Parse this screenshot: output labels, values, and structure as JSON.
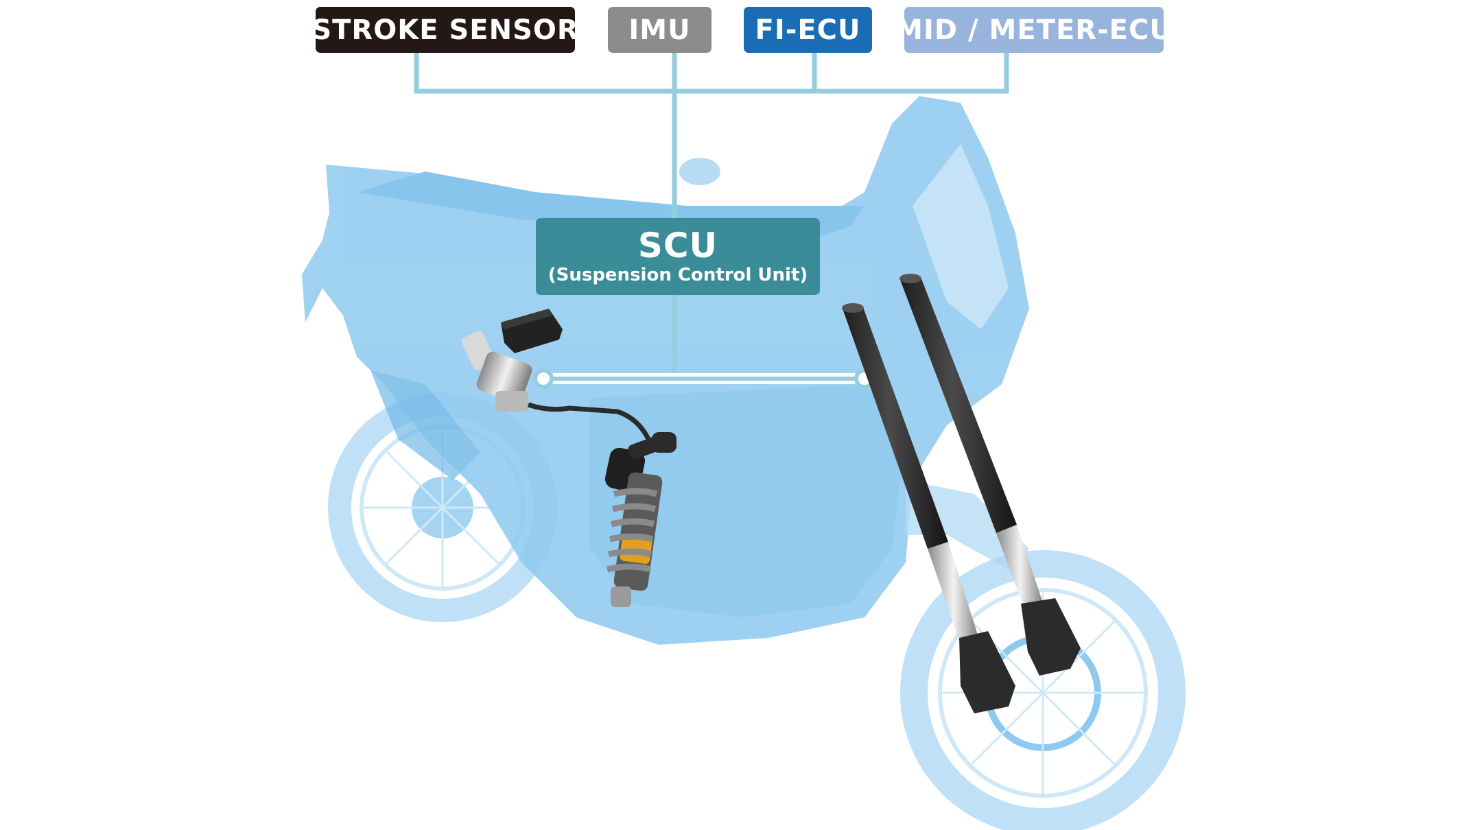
{
  "colors": {
    "background": "#ffffff",
    "bike_ghost": "#8ec9ef",
    "bike_ghost_light": "#cfe8f8",
    "connector_line": "#94cede",
    "stroke_sensor_bg": "#231815",
    "imu_bg": "#8c8c8c",
    "fi_ecu_bg": "#1a6db4",
    "mid_meter_ecu_bg": "#98b3dc",
    "scu_bg": "#3a8c98",
    "component_dark": "#2b2b2b"
  },
  "labels": {
    "stroke_sensor": "STROKE SENSOR",
    "imu": "IMU",
    "fi_ecu": "FI-ECU",
    "mid_meter_ecu": "MID / METER-ECU"
  },
  "scu": {
    "title": "SCU",
    "subtitle": "(Suspension Control Unit)"
  },
  "image": {
    "subject": "motorcycle-xray-illustration",
    "highlighted_components": [
      "rear-shock-absorber",
      "damper-valve-assembly",
      "front-fork-left",
      "front-fork-right",
      "scu-module"
    ]
  }
}
